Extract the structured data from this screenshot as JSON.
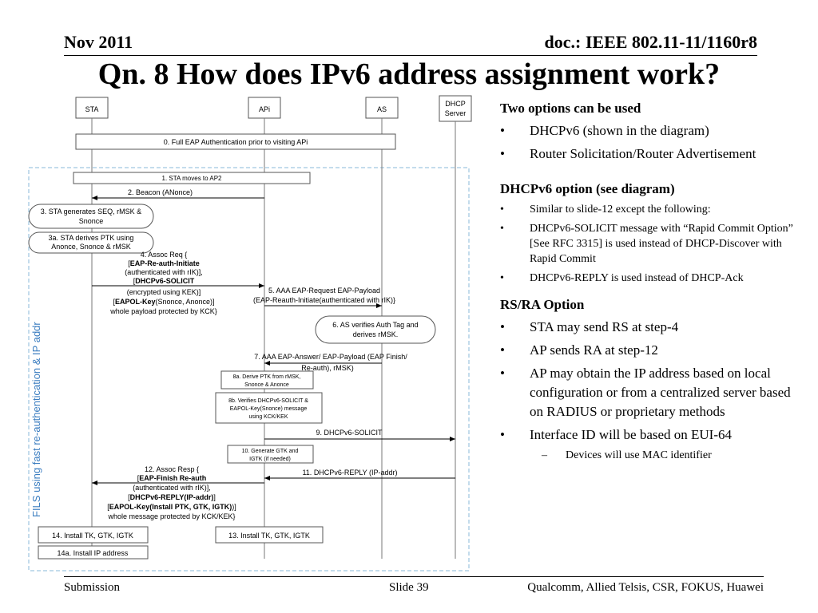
{
  "header": {
    "date": "Nov 2011",
    "doc": "doc.: IEEE 802.11-11/1160r8"
  },
  "title": "Qn. 8 How does IPv6 address assignment work?",
  "diagram": {
    "entities": [
      "STA",
      "APi",
      "AS",
      "DHCP",
      "Server"
    ],
    "side_label": "FILS using fast re-authentication & IP addr",
    "steps": {
      "s0": "0. Full EAP Authentication prior to visiting APi",
      "s1": "1. STA moves to AP2",
      "s2": "2. Beacon (ANonce)",
      "s3a": "3. STA generates SEQ, rMSK &",
      "s3b": "Snonce",
      "s3aa": "3a. STA derives PTK using",
      "s3ab": "Anonce, Snonce & rMSK",
      "s4a": "4. Assoc Req {",
      "s4b1": "EAP-Re-auth-Initiate",
      "s4c": "(authenticated with rIK)],",
      "s4d1": "DHCPv6-SOLICIT",
      "s4e": "(encrypted using KEK)]",
      "s4f1": "EAPOL-Key",
      "s4f2": "(Snonce, Anonce)]",
      "s4g": "whole payload protected by KCK}",
      "s5a": "5. AAA EAP-Request EAP-Payload",
      "s5b": "(EAP-Reauth-Initiate(authenticated with rIK)}",
      "s6a": "6. AS verifies Auth Tag and",
      "s6b": "derives rMSK.",
      "s7a": "7. AAA EAP-Answer/ EAP-Payload (EAP Finish/",
      "s7b": "Re-auth), rMSK)",
      "s8aa": "8a. Derive PTK from rMSK,",
      "s8ab": "Snonce & Anonce",
      "s8ba": "8b. Verifies DHCPv6-SOLICIT &",
      "s8bb": "EAPOL-Key(Snonce) message",
      "s8bc": "using KCK/KEK",
      "s9": "9. DHCPv6-SOLICIT",
      "s10a": "10. Generate GTK and",
      "s10b": "IGTK (if needed)",
      "s11": "11. DHCPv6-REPLY (IP-addr)",
      "s12a": "12. Assoc Resp {",
      "s12b1": "EAP-Finish Re-auth",
      "s12c": "(authenticated with rIK)],",
      "s12d1": "DHCPv6-REPLY(IP-addr)",
      "s12e1": "EAPOL-Key(Install PTK, GTK, IGTK)",
      "s12f": "whole message protected by KCK/KEK}",
      "s13": "13. Install TK, GTK, IGTK",
      "s14": "14. Install TK, GTK, IGTK",
      "s14a": "14a. Install IP address"
    }
  },
  "content": {
    "h1": "Two options  can be used",
    "opts": [
      "DHCPv6 (shown in the diagram)",
      "Router Solicitation/Router Advertisement"
    ],
    "h2": "DHCPv6 option (see diagram)",
    "dhcp": [
      "Similar to slide-12 except  the following:",
      "DHCPv6-SOLICIT  message with “Rapid Commit Option” [See RFC 3315] is used instead of DHCP-Discover with Rapid Commit",
      "DHCPv6-REPLY is used instead of DHCP-Ack"
    ],
    "h3": "RS/RA Option",
    "rsra": [
      "STA may send RS at step-4",
      "AP sends RA at step-12",
      "AP may obtain the IP address based on local configuration or from a centralized server based on RADIUS or proprietary methods",
      "Interface ID will be based on EUI-64"
    ],
    "sub": "Devices  will use MAC identifier"
  },
  "footer": {
    "left": "Submission",
    "center": "Slide 39",
    "right": "Qualcomm, Allied Telsis, CSR, FOKUS, Huawei"
  }
}
